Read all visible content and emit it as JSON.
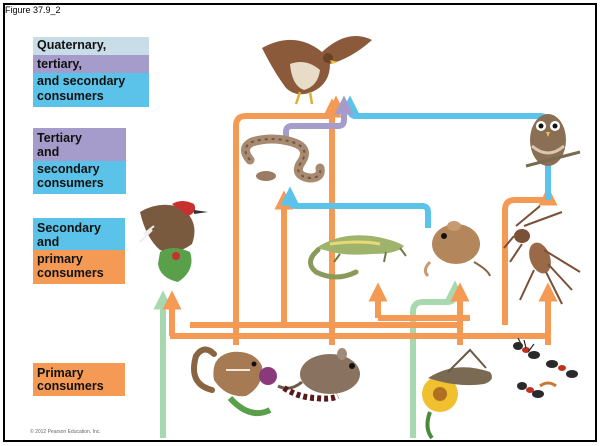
{
  "figure_label": "Figure 37.9_2",
  "copyright": "© 2012 Pearson Education, Inc.",
  "labels": {
    "quaternary": "Quaternary,",
    "tertiary": "tertiary,",
    "and_secondary": "and secondary",
    "consumers": "consumers",
    "tertiary_cap": "Tertiary",
    "and": "and",
    "secondary": "secondary",
    "secondary_cap": "Secondary",
    "primary": "primary",
    "primary_cap": "Primary"
  },
  "colors": {
    "quaternary": "#c9dde8",
    "tertiary": "#a69ccc",
    "secondary": "#5bc3ea",
    "primary": "#f59a55",
    "producer_arrow": "#a8d8b0"
  }
}
